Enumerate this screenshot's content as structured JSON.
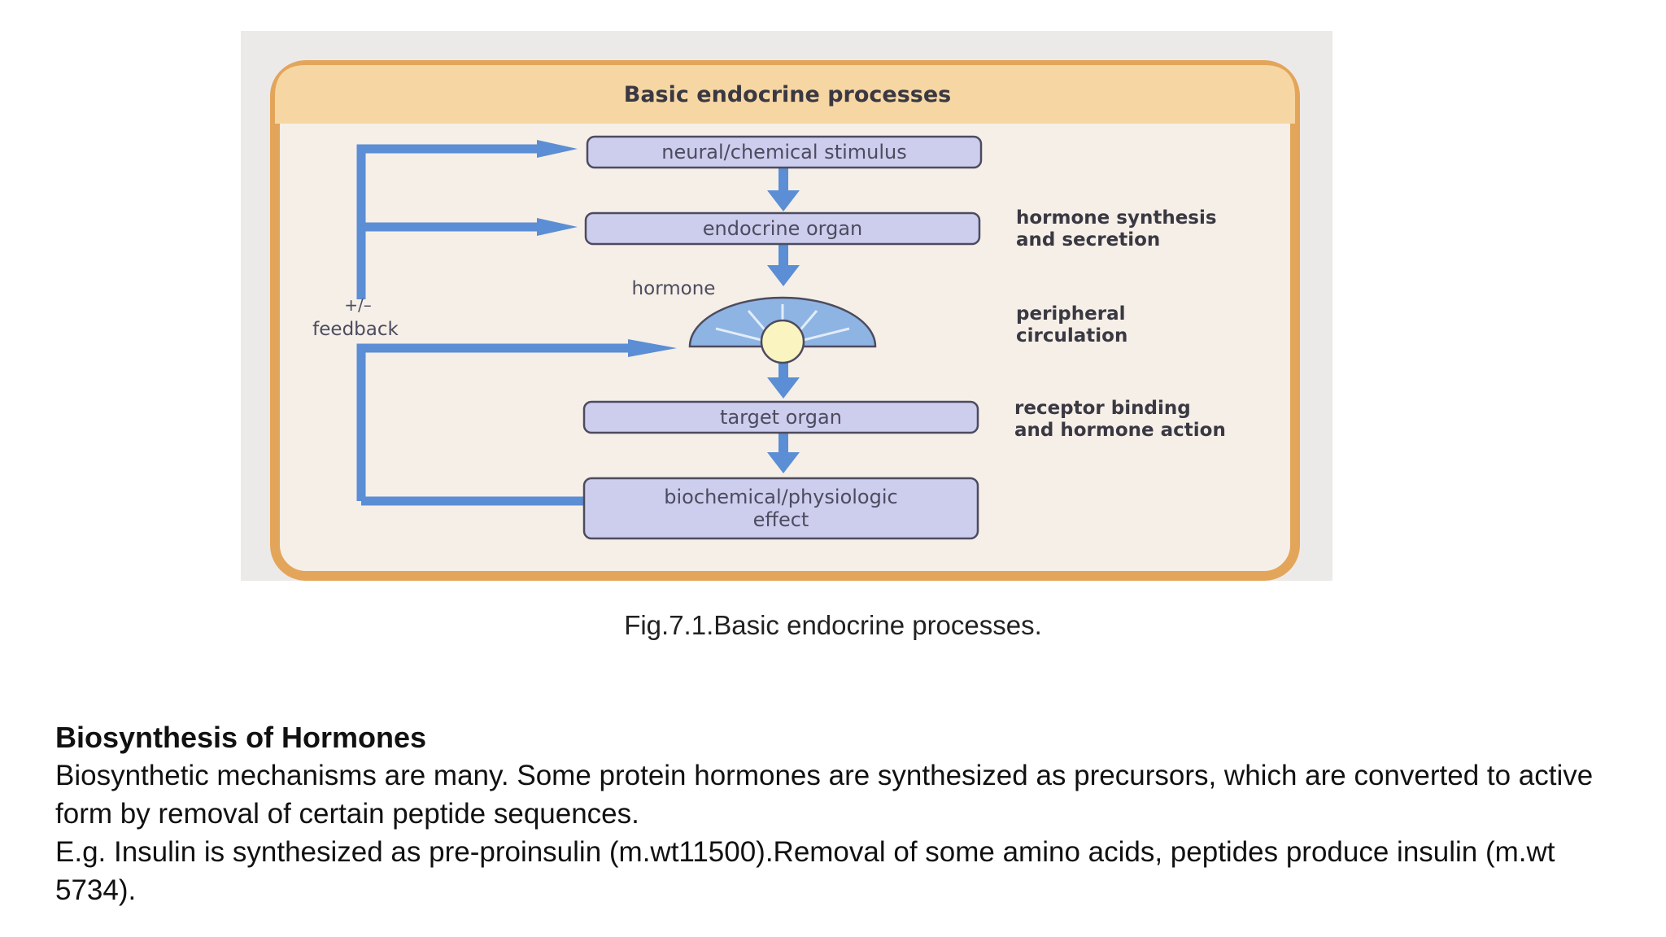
{
  "figure": {
    "title": "Basic endocrine processes",
    "boxes": {
      "stimulus": "neural/chemical stimulus",
      "endocrine_organ": "endocrine organ",
      "target_organ": "target organ",
      "effect_line1": "biochemical/physiologic",
      "effect_line2": "effect"
    },
    "hormone_label": "hormone",
    "feedback_sign": "+/–",
    "feedback_label": "feedback",
    "side_labels": {
      "synthesis_line1": "hormone synthesis",
      "synthesis_line2": "and secretion",
      "circulation_line1": "peripheral",
      "circulation_line2": "circulation",
      "receptor_line1": "receptor binding",
      "receptor_line2": "and hormone action"
    },
    "colors": {
      "frame_orange": "#e3a55a",
      "header_band": "#f6d7a3",
      "box_fill": "#cdcdee",
      "arrow_blue": "#5b8ed4",
      "panel_bg": "#f5efe8"
    }
  },
  "caption": "Fig.7.1.Basic endocrine processes.",
  "section": {
    "heading": "Biosynthesis of Hormones",
    "paragraph1": "Biosynthetic mechanisms are many. Some protein hormones are synthesized as precursors, which are converted to active form by removal of certain peptide sequences.",
    "paragraph2": "E.g. Insulin is synthesized as pre-proinsulin (m.wt11500).Removal of some amino acids, peptides produce insulin (m.wt 5734)."
  }
}
